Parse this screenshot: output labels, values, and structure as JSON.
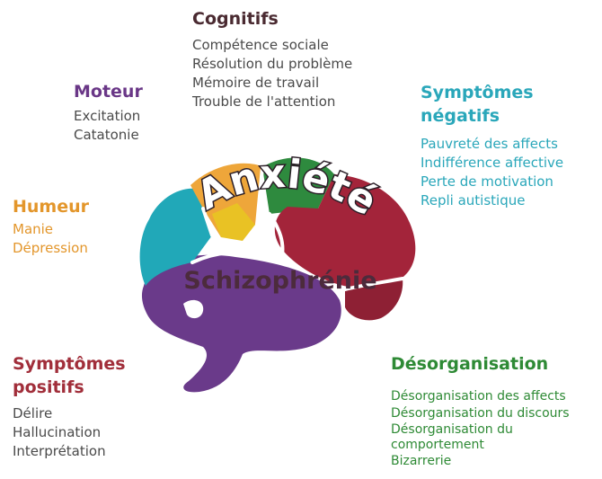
{
  "groups": {
    "cognitifs": {
      "title": "Cognitifs",
      "items": [
        "Compétence sociale",
        "Résolution du problème",
        "Mémoire de travail",
        "Trouble de l'attention"
      ]
    },
    "moteur": {
      "title": "Moteur",
      "items": [
        "Excitation",
        "Catatonie"
      ]
    },
    "negatifs": {
      "title_line1": "Symptômes",
      "title_line2": "négatifs",
      "items": [
        "Pauvreté des affects",
        "Indifférence affective",
        "Perte de motivation",
        "Repli autistique"
      ]
    },
    "humeur": {
      "title": "Humeur",
      "items": [
        "Manie",
        "Dépression"
      ]
    },
    "positifs": {
      "title_line1": "Symptômes",
      "title_line2": "positifs",
      "items": [
        "Délire",
        "Hallucination",
        "Interprétation"
      ]
    },
    "desorganisation": {
      "title": "Désorganisation",
      "items": [
        "Désorganisation des affects",
        "Désorganisation du discours",
        "Désorganisation du comportement",
        "Bizarrerie"
      ]
    }
  },
  "brain": {
    "arc_text": "Anxiété",
    "center_text": "Schizophrénie"
  },
  "colors": {
    "purple": "#6a3a8a",
    "teal": "#21a8b8",
    "orange": "#eea63a",
    "yellow": "#e9c224",
    "green": "#2e8a3e",
    "red": "#a3243a",
    "dark_red": "#8e2034"
  }
}
